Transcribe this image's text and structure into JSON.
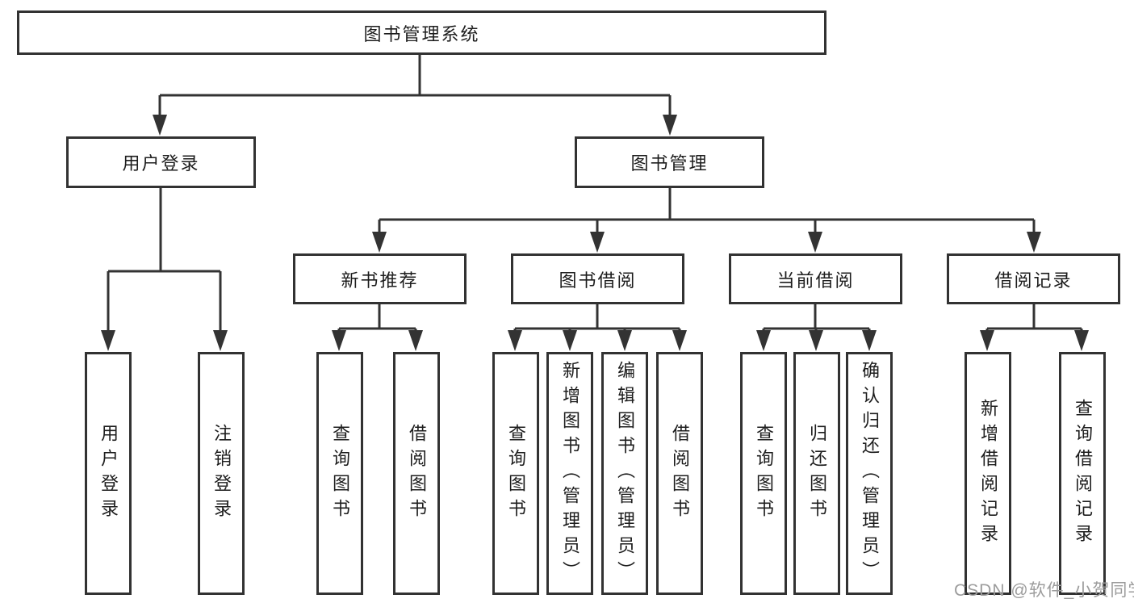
{
  "diagram": {
    "root": {
      "label": "图书管理系统"
    },
    "level2": [
      {
        "label": "用户登录"
      },
      {
        "label": "图书管理"
      }
    ],
    "level3": [
      {
        "label": "新书推荐"
      },
      {
        "label": "图书借阅"
      },
      {
        "label": "当前借阅"
      },
      {
        "label": "借阅记录"
      }
    ],
    "leaves": [
      {
        "label": "用户登录"
      },
      {
        "label": "注销登录"
      },
      {
        "label": "查询图书"
      },
      {
        "label": "借阅图书"
      },
      {
        "label": "查询图书"
      },
      {
        "label": "新增图书（管理员）"
      },
      {
        "label": "编辑图书（管理员）"
      },
      {
        "label": "借阅图书"
      },
      {
        "label": "查询图书"
      },
      {
        "label": "归还图书"
      },
      {
        "label": "确认归还（管理员）"
      },
      {
        "label": "新增借阅记录"
      },
      {
        "label": "查询借阅记录"
      }
    ],
    "colors": {
      "line": "#333333",
      "box_border": "#323232",
      "text": "#1d1d1d",
      "background": "#ffffff",
      "watermark": "#9c9c9c"
    }
  },
  "watermark": {
    "text": "CSDN @软件_小贺同学"
  }
}
